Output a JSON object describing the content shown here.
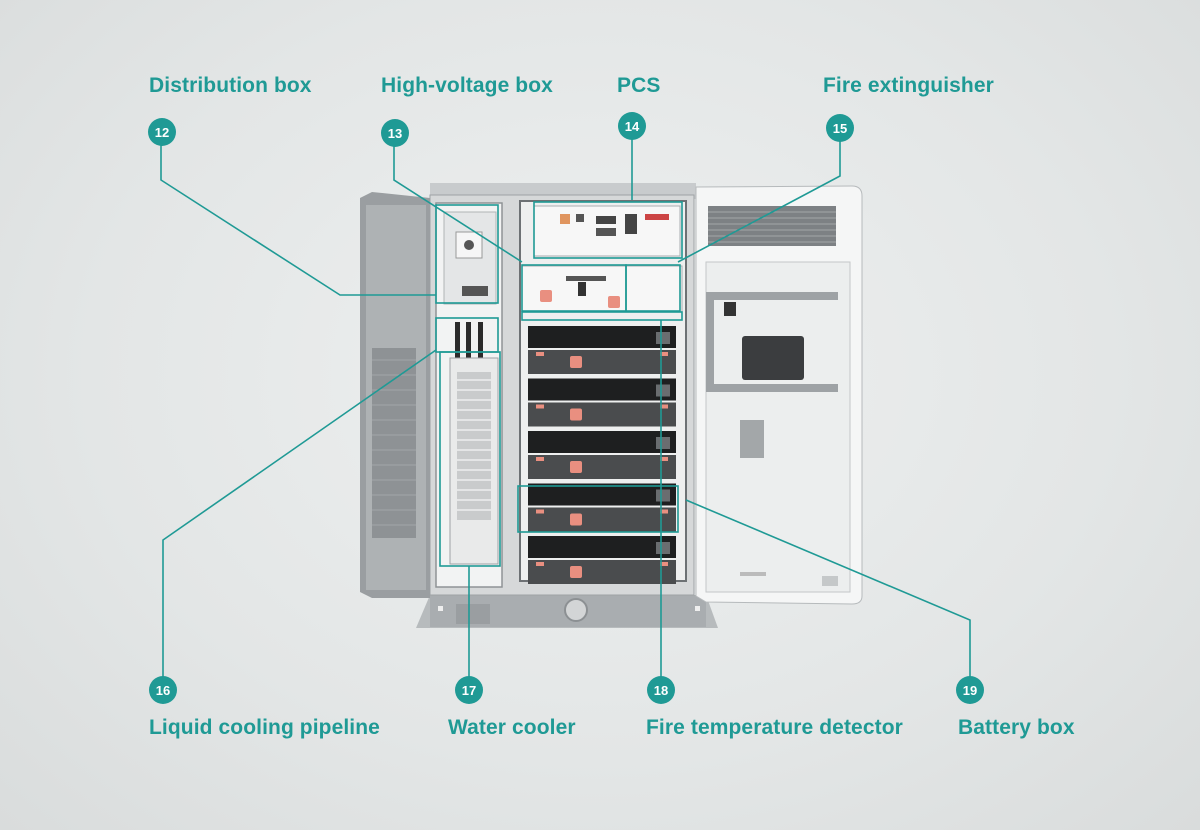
{
  "callouts": [
    {
      "number": "12",
      "label": "Distribution box"
    },
    {
      "number": "13",
      "label": "High-voltage box"
    },
    {
      "number": "14",
      "label": "PCS"
    },
    {
      "number": "15",
      "label": "Fire extinguisher"
    },
    {
      "number": "16",
      "label": "Liquid cooling pipeline"
    },
    {
      "number": "17",
      "label": "Water cooler"
    },
    {
      "number": "18",
      "label": "Fire temperature detector"
    },
    {
      "number": "19",
      "label": "Battery box"
    }
  ],
  "colors": {
    "accent": "#1f9a95",
    "background": "#e3e6e6",
    "battery_tab": "#e98f80"
  }
}
